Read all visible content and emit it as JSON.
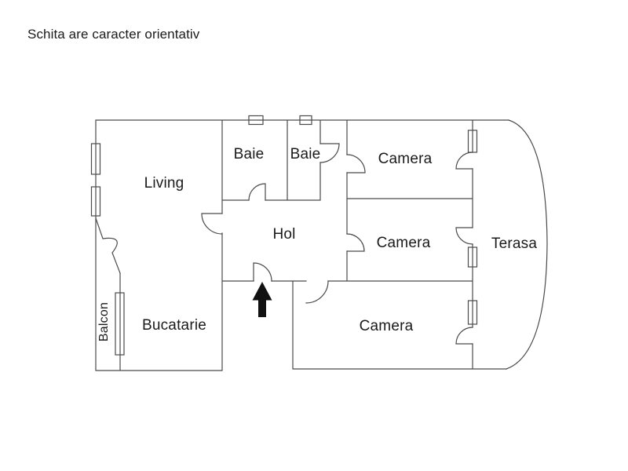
{
  "title": "Schita are caracter orientativ",
  "floorplan": {
    "rooms": [
      {
        "id": "living",
        "label": "Living"
      },
      {
        "id": "baie-1",
        "label": "Baie"
      },
      {
        "id": "baie-2",
        "label": "Baie"
      },
      {
        "id": "camera-top",
        "label": "Camera"
      },
      {
        "id": "camera-middle",
        "label": "Camera"
      },
      {
        "id": "camera-bottom",
        "label": "Camera"
      },
      {
        "id": "hol",
        "label": "Hol"
      },
      {
        "id": "bucatarie",
        "label": "Bucatarie"
      },
      {
        "id": "balcon",
        "label": "Balcon"
      },
      {
        "id": "terasa",
        "label": "Terasa"
      }
    ],
    "entrance": {
      "icon": "arrow-up-icon"
    },
    "colors": {
      "wall": "#4a4a4a",
      "text": "#1a1a1a",
      "arrow": "#111111",
      "background": "#ffffff"
    }
  }
}
